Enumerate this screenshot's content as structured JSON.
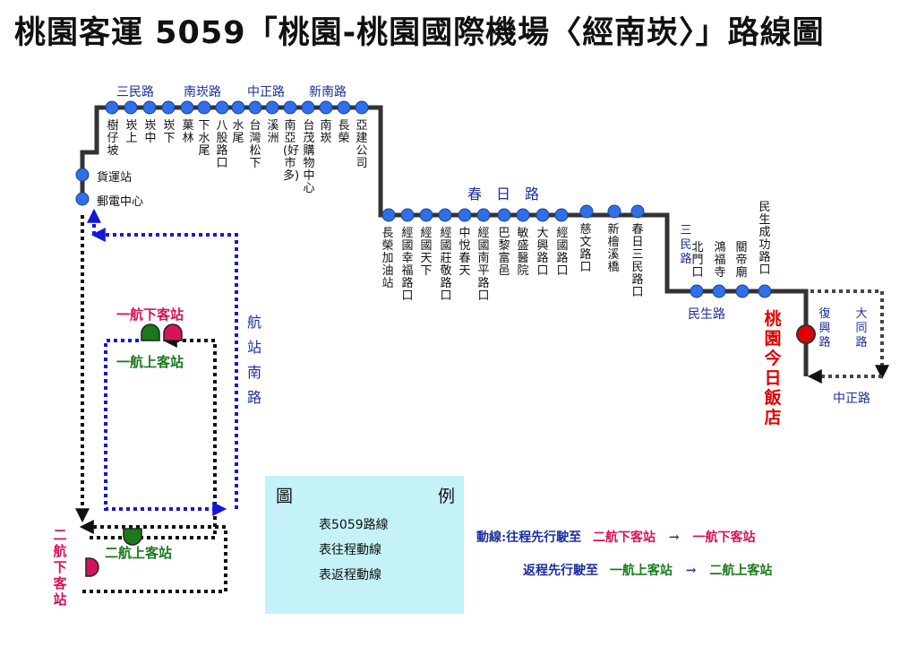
{
  "title": "桃園客運 5059「桃園-桃園國際機場〈經南崁〉」路線圖",
  "roads": {
    "sanmin": "三民路",
    "nankan": "南崁路",
    "zhongzheng": "中正路",
    "xinnan": "新南路",
    "chunri": "春　日　路",
    "minsheng": "民生路",
    "hangzhan_south": "航站南路",
    "datong": "大同路",
    "zhongzheng_east": "中正路",
    "fuxing": "復興路",
    "sanmin_east": "三民路"
  },
  "stops_top": [
    "樹仔坡",
    "崁上",
    "崁中",
    "崁下",
    "菓林",
    "下水尾",
    "八股路口",
    "水尾",
    "台灣松下",
    "溪洲",
    "南亞(好市多)",
    "台茂購物中心",
    "南崁",
    "長榮",
    "亞建公司"
  ],
  "stops_left": [
    "貨運站",
    "郵電中心"
  ],
  "stops_middle": [
    "長榮加油站",
    "經國幸福路口",
    "經國天下",
    "經國莊敬路口",
    "中悅春天",
    "經國南平路口",
    "巴黎富邑",
    "敏盛醫院",
    "大興路口",
    "經國路口",
    "慈文路口",
    "新檜溪橋",
    "春日三民路口"
  ],
  "stops_east": [
    "北門口",
    "鴻福寺",
    "關帝廟",
    "民生成功路口"
  ],
  "terminal": "桃園今日飯店",
  "airport": {
    "t1_drop": "一航下客站",
    "t1_pick": "一航上客站",
    "t2_drop": "二航下客站",
    "t2_pick": "二航上客站"
  },
  "legend": {
    "title_left": "圖",
    "title_right": "例",
    "line": "表5059路線",
    "outbound": "表往程動線",
    "return": "表返程動線"
  },
  "notes": {
    "line1_prefix": "動線:往程先行駛至",
    "line1_a": "二航下客站",
    "line1_b": "一航下客站",
    "line2_prefix": "返程先行駛至",
    "line2_a": "一航上客站",
    "line2_b": "二航上客站",
    "arrow": "→"
  },
  "colors": {
    "route": "#333333",
    "stop": "#2f6fe8",
    "outbound": "#111111",
    "return": "#1717d6",
    "terminal": "#e00000",
    "drop_marker": "#d6135a",
    "pick_marker": "#1a7a1a",
    "legend_bg": "#c4f2f7"
  }
}
